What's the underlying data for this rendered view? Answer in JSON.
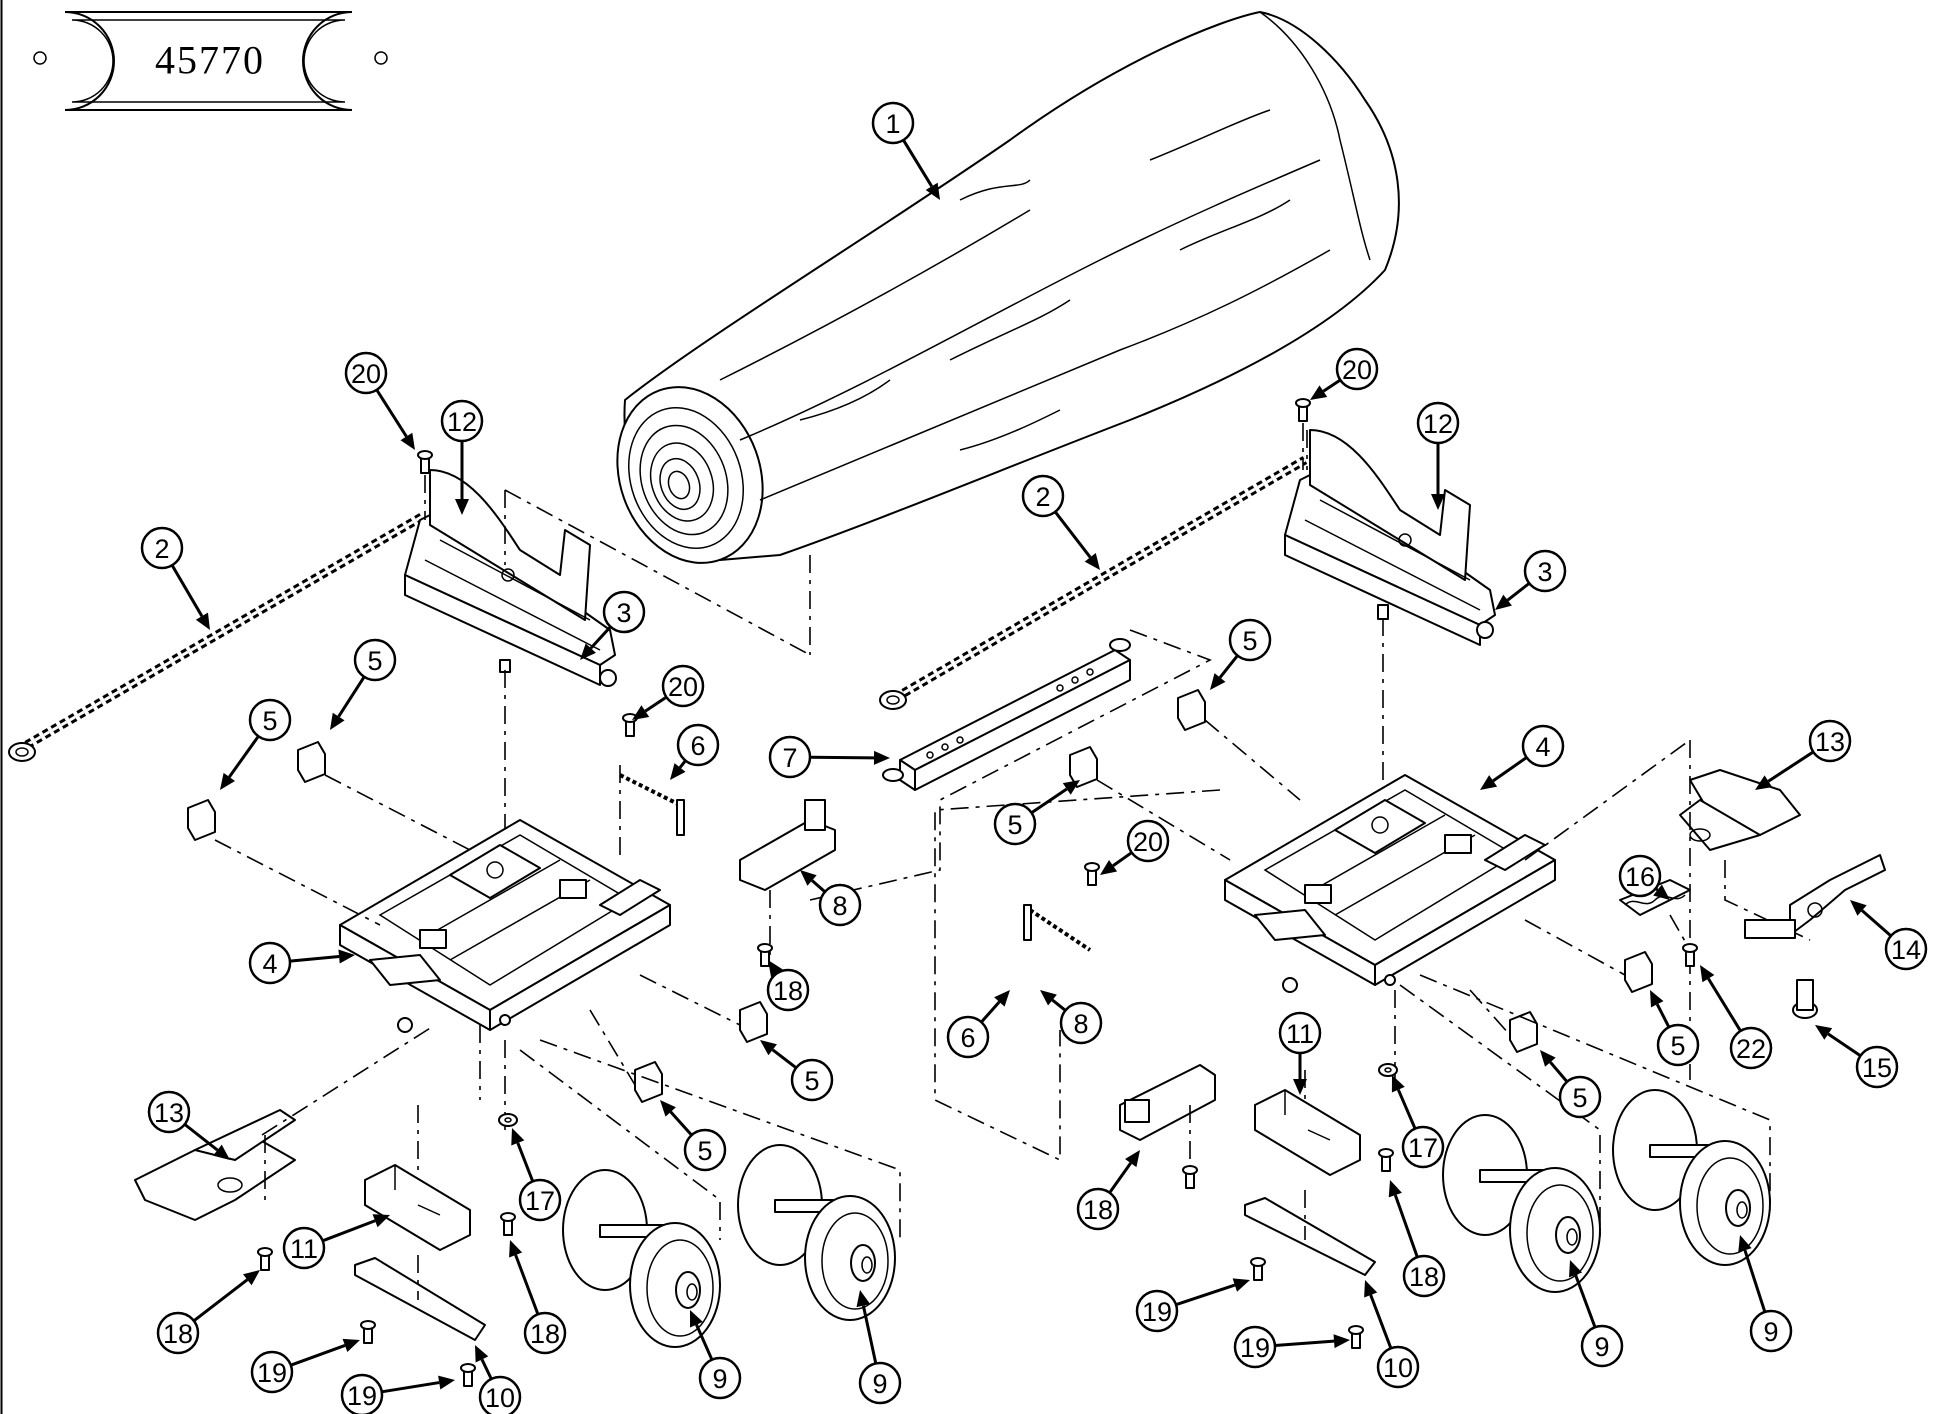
{
  "header": {
    "part_number": "45770"
  },
  "callouts": [
    {
      "label": "1"
    },
    {
      "label": "2"
    },
    {
      "label": "2"
    },
    {
      "label": "3"
    },
    {
      "label": "3"
    },
    {
      "label": "4"
    },
    {
      "label": "4"
    },
    {
      "label": "5"
    },
    {
      "label": "5"
    },
    {
      "label": "5"
    },
    {
      "label": "5"
    },
    {
      "label": "5"
    },
    {
      "label": "5"
    },
    {
      "label": "5"
    },
    {
      "label": "5"
    },
    {
      "label": "6"
    },
    {
      "label": "6"
    },
    {
      "label": "7"
    },
    {
      "label": "8"
    },
    {
      "label": "8"
    },
    {
      "label": "9"
    },
    {
      "label": "9"
    },
    {
      "label": "9"
    },
    {
      "label": "9"
    },
    {
      "label": "10"
    },
    {
      "label": "10"
    },
    {
      "label": "11"
    },
    {
      "label": "11"
    },
    {
      "label": "12"
    },
    {
      "label": "12"
    },
    {
      "label": "13"
    },
    {
      "label": "13"
    },
    {
      "label": "14"
    },
    {
      "label": "15"
    },
    {
      "label": "16"
    },
    {
      "label": "17"
    },
    {
      "label": "17"
    },
    {
      "label": "18"
    },
    {
      "label": "18"
    },
    {
      "label": "18"
    },
    {
      "label": "18"
    },
    {
      "label": "18"
    },
    {
      "label": "19"
    },
    {
      "label": "19"
    },
    {
      "label": "19"
    },
    {
      "label": "19"
    },
    {
      "label": "20"
    },
    {
      "label": "20"
    },
    {
      "label": "20"
    },
    {
      "label": "20"
    },
    {
      "label": "22"
    }
  ]
}
